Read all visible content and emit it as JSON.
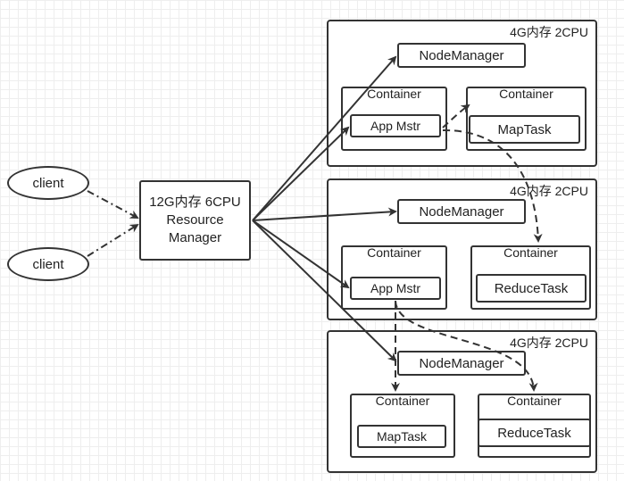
{
  "clients": [
    {
      "label": "client"
    },
    {
      "label": "client"
    }
  ],
  "resource_manager": {
    "line1": "12G内存 6CPU",
    "line2": "Resource",
    "line3": "Manager"
  },
  "nodes": [
    {
      "spec": "4G内存 2CPU",
      "node_manager": "NodeManager",
      "containers": [
        {
          "title": "Container",
          "task": "App Mstr"
        },
        {
          "title": "Container",
          "task": "MapTask"
        }
      ]
    },
    {
      "spec": "4G内存 2CPU",
      "node_manager": "NodeManager",
      "containers": [
        {
          "title": "Container",
          "task": "App Mstr"
        },
        {
          "title": "Container",
          "task": "ReduceTask"
        }
      ]
    },
    {
      "spec": "4G内存 2CPU",
      "node_manager": "NodeManager",
      "containers": [
        {
          "title": "Container",
          "task": "MapTask"
        },
        {
          "title": "Container",
          "task": "ReduceTask"
        }
      ]
    }
  ]
}
